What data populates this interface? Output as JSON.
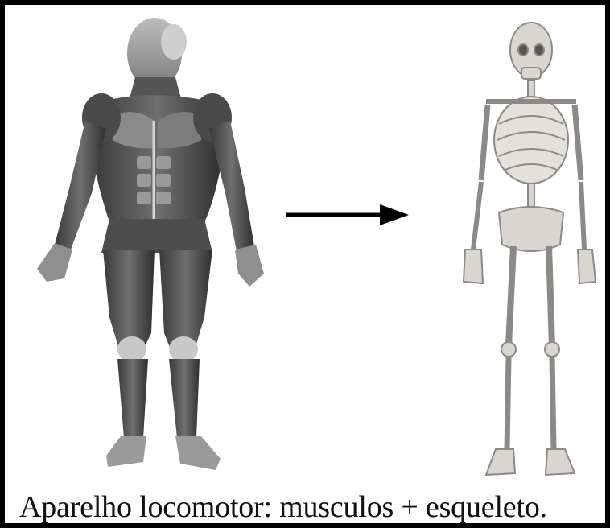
{
  "caption": "Aparelho locomotor: musculos + esqueleto.",
  "colors": {
    "border": "#000000",
    "background": "#ffffff",
    "muscle_dark": "#2e2e2e",
    "muscle_mid": "#6a6a6a",
    "muscle_light": "#bdbdbd",
    "bone": "#d9d6cf",
    "bone_shade": "#8c8a86"
  },
  "icons": {
    "muscle_figure": "muscular-system-illustration",
    "skeleton_figure": "skeleton-illustration",
    "arrow": "right-arrow-icon"
  }
}
